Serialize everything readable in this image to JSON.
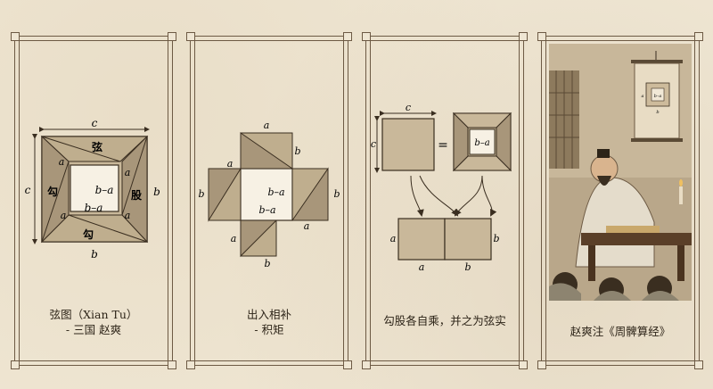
{
  "panels": [
    {
      "caption_line1": "弦图（Xian Tu）",
      "caption_line2": "- 三国 赵爽",
      "labels": {
        "c": "c",
        "a": "a",
        "b": "b",
        "bma": "b–a",
        "xian": "弦",
        "gou": "勾",
        "gu": "股"
      }
    },
    {
      "caption_line1": "出入相补",
      "caption_line2": "- 积矩",
      "labels": {
        "a": "a",
        "b": "b",
        "bma": "b–a"
      }
    },
    {
      "caption_line1": "勾股各自乘，并之为弦实",
      "labels": {
        "c": "c",
        "a": "a",
        "b": "b",
        "bma": "b–a",
        "eq": "="
      }
    },
    {
      "caption_line1": "赵爽注《周髀算经》",
      "scroll_labels": {
        "a": "a",
        "b": "b",
        "bma": "b–a"
      }
    }
  ]
}
